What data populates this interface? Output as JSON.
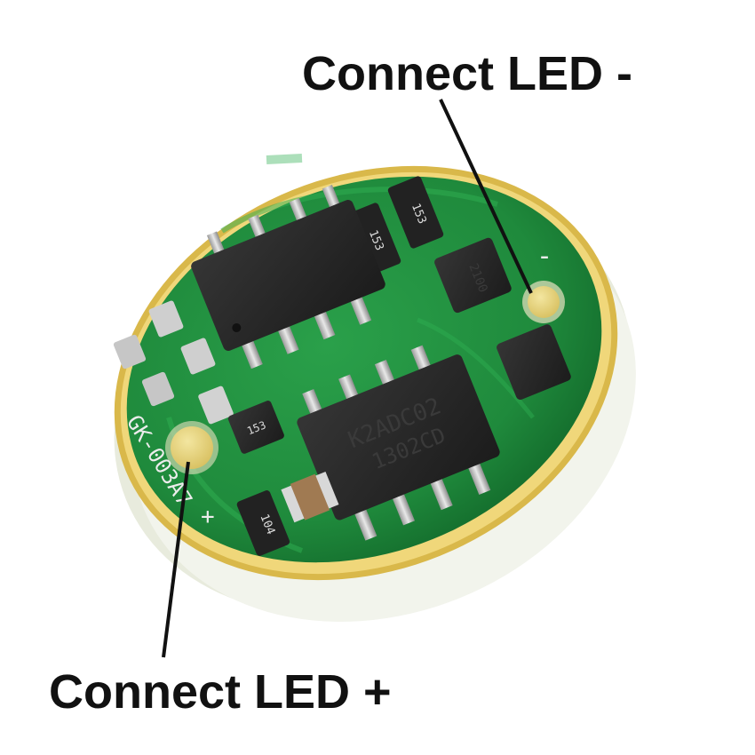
{
  "labels": {
    "led_minus": "Connect LED -",
    "led_plus": "Connect LED +"
  },
  "chips": {
    "main_line1": "K2ADC02",
    "main_line2": "1302CD",
    "small_top": "2100"
  },
  "resistors": {
    "r1": "153",
    "r2": "153",
    "r3": "104",
    "small": "153"
  },
  "silkscreen": {
    "board_id": "GK-003A7",
    "plus_mark": "+",
    "minus_mark": "-"
  },
  "colors": {
    "pcb_green": "#1f8a3c",
    "pcb_green_dark": "#136a2b",
    "gold_ring": "#d9b84a",
    "chip_black": "#2a2a2a",
    "pad_silver": "#c9c9c9",
    "foam_white": "#eef0e6",
    "label_text": "#111111"
  }
}
